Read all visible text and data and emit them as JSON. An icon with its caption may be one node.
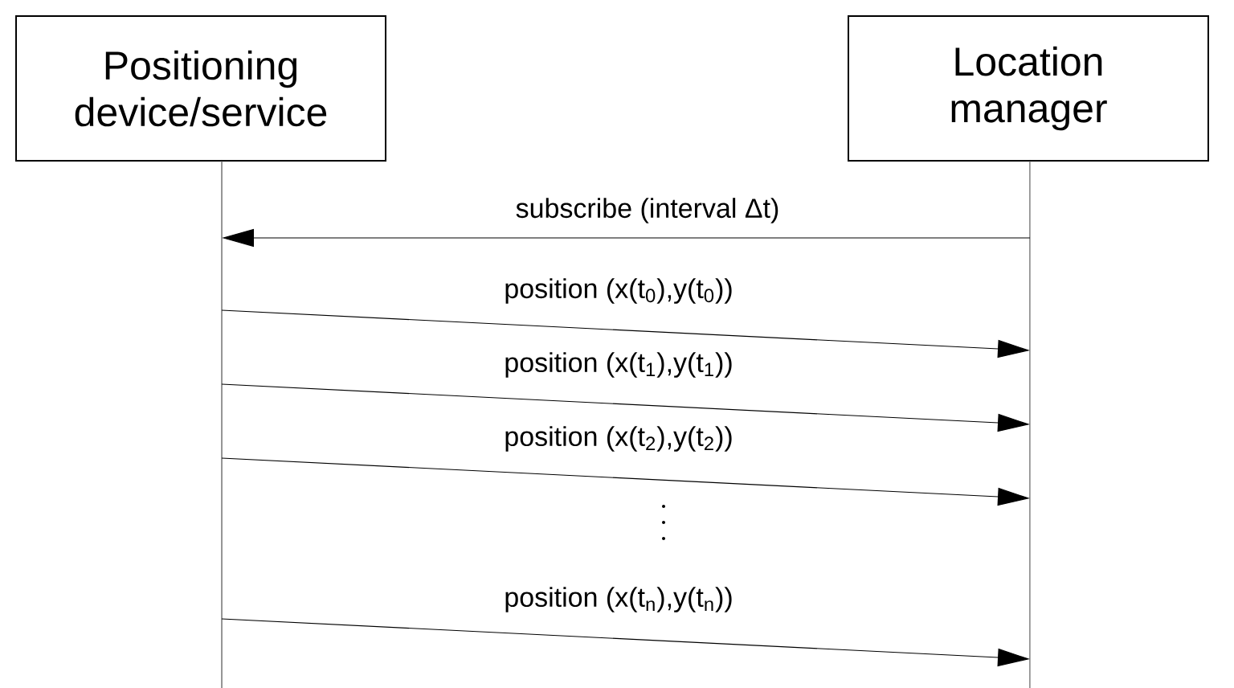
{
  "diagram": {
    "nodes": [
      {
        "text": [
          "Positioning device/service"
        ]
      },
      {
        "text": [
          "Location manager"
        ]
      }
    ],
    "edges": [
      {
        "from": 1,
        "to": 0,
        "arrow": "to",
        "label": "subscribe (interval Δt)"
      },
      {
        "from": 0,
        "to": 1,
        "arrow": "to",
        "label": "position (x(t$_{0}$),y(t$_{0}$))"
      },
      {
        "from": 0,
        "to": 1,
        "arrow": "to",
        "label": "position (x(t$_{1}$),y(t$_{1}$))"
      },
      {
        "from": 0,
        "to": 1,
        "arrow": "to",
        "label": "position (x(t$_{2}$),y(t$_{2}$))"
      },
      {
        "from": 0,
        "to": 1,
        "arrow": "to",
        "label": "position (x(t$_{n}$),y(t$_{n}$))"
      }
    ]
  }
}
